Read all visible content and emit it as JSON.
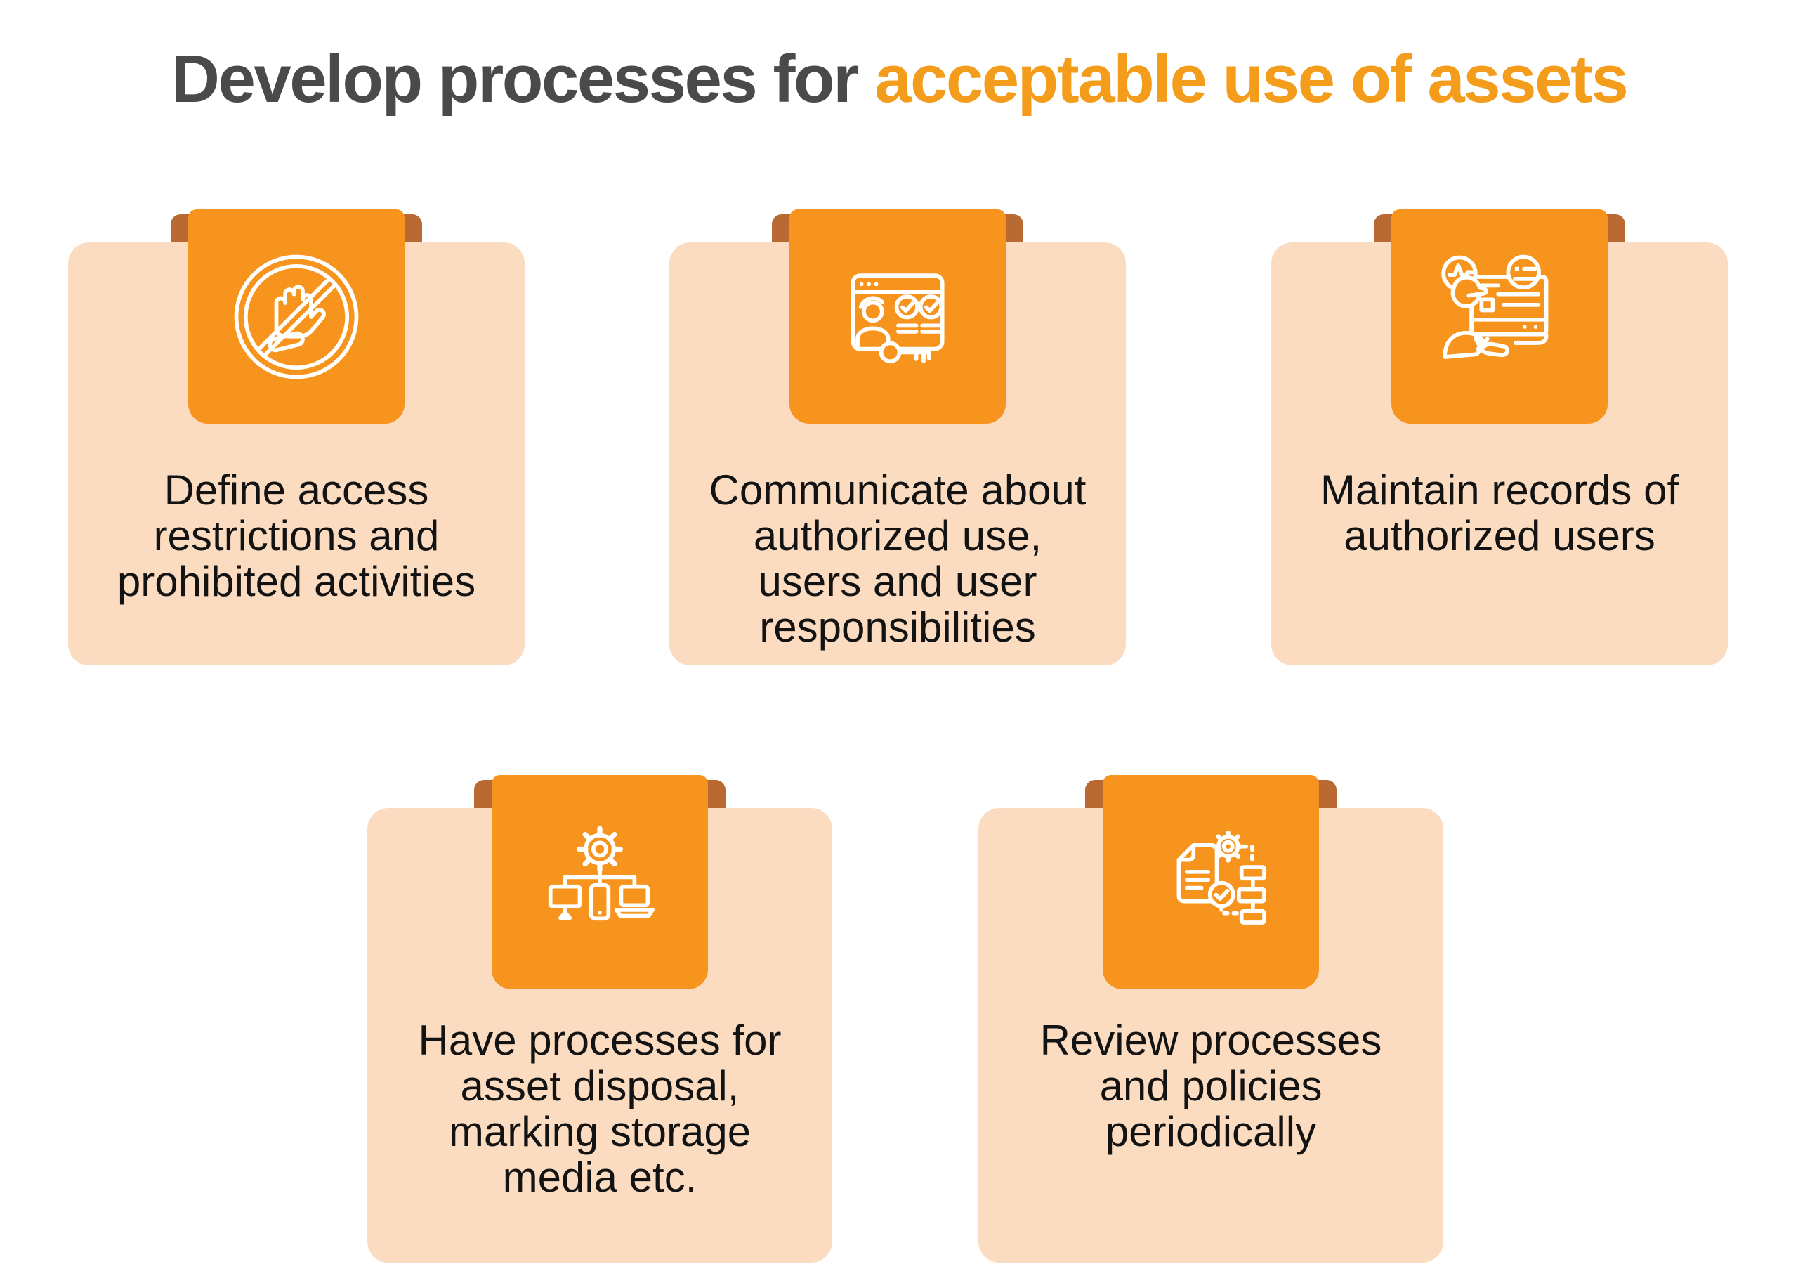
{
  "title": {
    "prefix": "Develop processes for",
    "highlight": "acceptable use of assets"
  },
  "colors": {
    "accent_orange": "#F7941E",
    "ribbon_fold_brown": "#B96A33",
    "card_peach": "#FBDCC1",
    "title_gray": "#4A4A4A",
    "title_orange": "#F49C1C",
    "body_text": "#131313",
    "background": "#FFFFFF",
    "icon_stroke": "#FFFFFF"
  },
  "cards": [
    {
      "icon": "no-touch-hand-icon",
      "lines": [
        "Define access",
        "restrictions and",
        "prohibited activities"
      ]
    },
    {
      "icon": "browser-authorization-key-icon",
      "lines": [
        "Communicate about",
        "authorized use,",
        "users and user",
        "responsibilities"
      ]
    },
    {
      "icon": "user-records-laptop-icon",
      "lines": [
        "Maintain records of",
        "authorized users"
      ]
    },
    {
      "icon": "devices-gear-network-icon",
      "lines": [
        "Have processes for",
        "asset disposal,",
        "marking storage",
        "media etc."
      ]
    },
    {
      "icon": "document-gear-flowchart-icon",
      "lines": [
        "Review processes",
        "and policies",
        "periodically"
      ]
    }
  ]
}
